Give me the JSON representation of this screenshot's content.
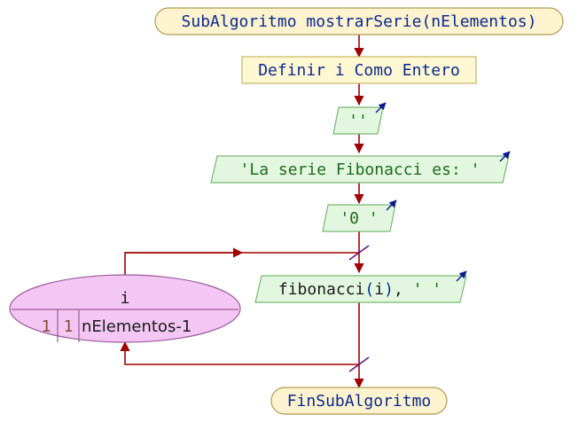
{
  "flowchart": {
    "header": "SubAlgoritmo mostrarSerie(nElementos)",
    "definition": "Definir i Como Entero",
    "outputs": [
      {
        "text": "''"
      },
      {
        "text": "'La serie Fibonacci es: '"
      },
      {
        "text": "'0 '"
      }
    ],
    "loop": {
      "variable": "i",
      "start": "1",
      "step": "1",
      "end": "nElementos-1",
      "body_output": {
        "parts": [
          {
            "text": "fibonacci",
            "kind": "func"
          },
          {
            "text": "(",
            "kind": "punct"
          },
          {
            "text": "i",
            "kind": "var"
          },
          {
            "text": ")",
            "kind": "punct"
          },
          {
            "text": ", ",
            "kind": "var"
          },
          {
            "text": "' '",
            "kind": "str"
          }
        ]
      }
    },
    "footer": "FinSubAlgoritmo"
  },
  "colors": {
    "line": "#a00000",
    "terminal_fill": "#fdf3cf",
    "terminal_stroke": "#b09a55",
    "definition_fill": "#fff8d2",
    "definition_stroke": "#c9b463",
    "output_fill": "#e3f7e0",
    "output_stroke": "#79b673",
    "loop_fill": "#f3c6f3",
    "loop_stroke": "#9a5c9a",
    "output_arrow": "#0a1a8f",
    "loop_mark": "#6a1570",
    "text_keyword": "#0a2a8f",
    "text_string": "#1c6a1c",
    "text_number": "#8a4a30",
    "text_default": "#1a1a1a"
  }
}
